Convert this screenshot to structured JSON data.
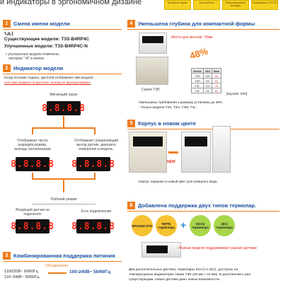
{
  "page": {
    "top_text": "и индикаторы в эргономичном дизайне"
  },
  "yellow_tags": [
    {
      "label": "Большой экран"
    },
    {
      "label": "Тип работы"
    },
    {
      "label": "Разнообразные выходы"
    },
    {
      "label": "Термопары (T/C,P)"
    }
  ],
  "colors": {
    "accent": "#f07c1c",
    "heading": "#1b4ea0",
    "highlight_red": "#e8261b",
    "display_digits": "#ff2a1a"
  },
  "sections": {
    "s1": {
      "num": "1",
      "title": "Смена имени модели",
      "line1": "т.д.)",
      "line2": "Существующие модели: T3S-B4RP4C",
      "line3": "Улучшенные модели: T3S-B4RP4C-N",
      "note1": "• улучшенные модели помечены",
      "note2": "литером \"-N\" в имени"
    },
    "s2": {
      "num": "2",
      "title": "Индикатор модели",
      "text1": "Когда питание подано, дисплей отображает имя модели",
      "text2": "(эта имя модели на дисплее, выход не функционирует.",
      "blink_label": "Мигающий экран",
      "left_label1": "Отображает число",
      "left_label2": "разрядов,размер,",
      "left_label3": "выходы сигнализации",
      "right_label1": "Отображает управляющий",
      "right_label2": "выход датчик, диапазон",
      "right_label3": "измерения и модель.",
      "work_mode": "Рабочий режим",
      "input_label1": "Входящий датчик не",
      "input_label2": "подключен",
      "connected_label": "Есть подключение",
      "display_text": "8.8.8.8"
    },
    "s3": {
      "num": "3",
      "title": "Комбинированная поддержка питания",
      "merge_label": "Объединение",
      "line1": "110/220В~ 50/60Гц",
      "line2": "110~240В~ 50/60Гц",
      "result": "100-240В~ 50/60Гц"
    },
    "s4": {
      "num": "4",
      "title": "Уменьшена глубина для компактной формы",
      "saving_note": "Место для монтаж: 75мм",
      "percent": "48%",
      "series_label": "Серия T3H",
      "table_headers": [
        "Series",
        "Old",
        "New"
      ],
      "table_rows": [
        [
          "T3S",
          "130",
          "84"
        ],
        [
          "T3H",
          "93",
          "62"
        ],
        [
          "T4L",
          "112",
          "70"
        ],
        [
          "T4L",
          "93",
          "62"
        ]
      ],
      "table_unit": "[ед.изм: mm]",
      "desc1": "Уменьшены требования к размеру установки до 48%",
      "desc2": "- Только модели T3S, T3H, T4M, T4L."
    },
    "s5": {
      "num": "5",
      "title": "Корпус в новом цвете",
      "new_label": "NEW",
      "desc": "Корпус окрашен в новый цвет для изящного вида."
    },
    "s6": {
      "num": "6",
      "title": "Добавлена поддержка двух типов термопар.",
      "c1": "DPt100Ω RTD",
      "c2": "R(PR) термопара",
      "c3": "K(CA) термопара",
      "c4": "J(IC) термопара",
      "note": "- Разные модели поддерживают разные датчики",
      "desc1": "Два дополнительных датчика, термопары K(CA) и J(IC), доступны на",
      "desc2": "температурных индикаторах серии T3N (48 мм × 24 мм). В дополнение к уже",
      "desc3": "существующим, новые датчики дают новые возможности."
    }
  }
}
